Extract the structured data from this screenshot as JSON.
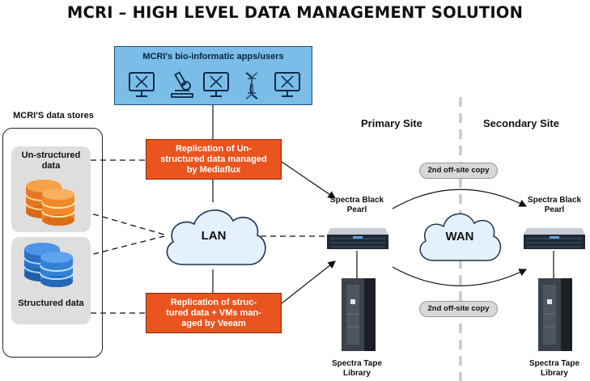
{
  "title": "MCRI – HIGH LEVEL DATA MANAGEMENT SOLUTION",
  "apps": {
    "title": "MCRI's bio-informatic apps/users",
    "icons": [
      "dna-monitor-icon",
      "microscope-icon",
      "dna-monitor-icon",
      "dna-helix-icon",
      "dna-monitor-icon"
    ]
  },
  "data_stores": {
    "title": "MCRI'S data stores",
    "unstructured_label": "Un-structured data",
    "structured_label": "Structured data"
  },
  "replication": {
    "unstructured": "Replication of Un-structured data managed by Mediaflux",
    "structured": "Replication of struc- tured data + VMs man- aged by Veeam"
  },
  "lan_label": "LAN",
  "wan_label": "WAN",
  "sites": {
    "primary": "Primary Site",
    "secondary": "Secondary Site"
  },
  "devices": {
    "primary_pearl": "Spectra Black Pearl",
    "secondary_pearl": "Spectra Black Pearl",
    "primary_tape": "Spectra Tape Library",
    "secondary_tape": "Spectra Tape Library"
  },
  "offsite_copy_top": "2nd off-site copy",
  "offsite_copy_bottom": "2nd off-site copy",
  "colors": {
    "apps_blue": "#79bde8",
    "replication_orange": "#e9541f",
    "cloud_blue": "#dcefff",
    "orange_disk": "#f08a2c",
    "blue_disk": "#2f7fd4"
  }
}
